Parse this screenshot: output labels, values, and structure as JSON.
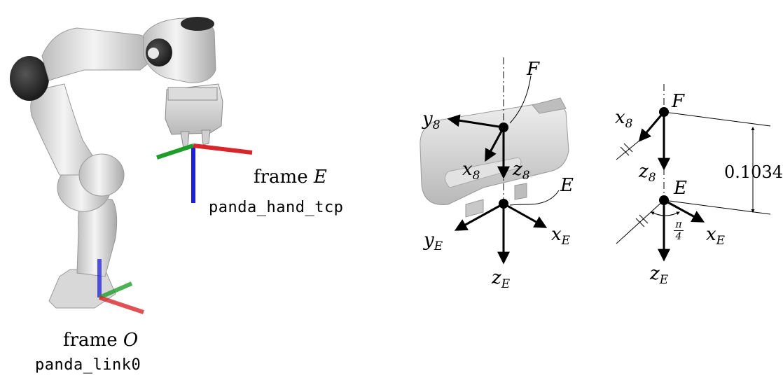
{
  "robot": {
    "frame_O": {
      "word": "frame",
      "symbol": "O",
      "link_name": "panda_link0"
    },
    "frame_E": {
      "word": "frame",
      "symbol": "E",
      "link_name": "panda_hand_tcp"
    },
    "axis_colors": {
      "x": "#d8262a",
      "y": "#1f9d2a",
      "z": "#1e1ee0"
    }
  },
  "gripper_view": {
    "point_F": "F",
    "point_E": "E",
    "axes": {
      "y8": {
        "base": "y",
        "sub": "8"
      },
      "x8": {
        "base": "x",
        "sub": "8"
      },
      "z8": {
        "base": "z",
        "sub": "8"
      },
      "yE": {
        "base": "y",
        "sub": "E"
      },
      "xE": {
        "base": "x",
        "sub": "E"
      },
      "zE": {
        "base": "z",
        "sub": "E"
      }
    }
  },
  "schematic": {
    "point_F": "F",
    "point_E": "E",
    "distance": "0.1034",
    "angle": {
      "num": "π",
      "den": "4"
    },
    "axes": {
      "x8": {
        "base": "x",
        "sub": "8"
      },
      "z8": {
        "base": "z",
        "sub": "8"
      },
      "xE": {
        "base": "x",
        "sub": "E"
      },
      "zE": {
        "base": "z",
        "sub": "E"
      }
    }
  }
}
